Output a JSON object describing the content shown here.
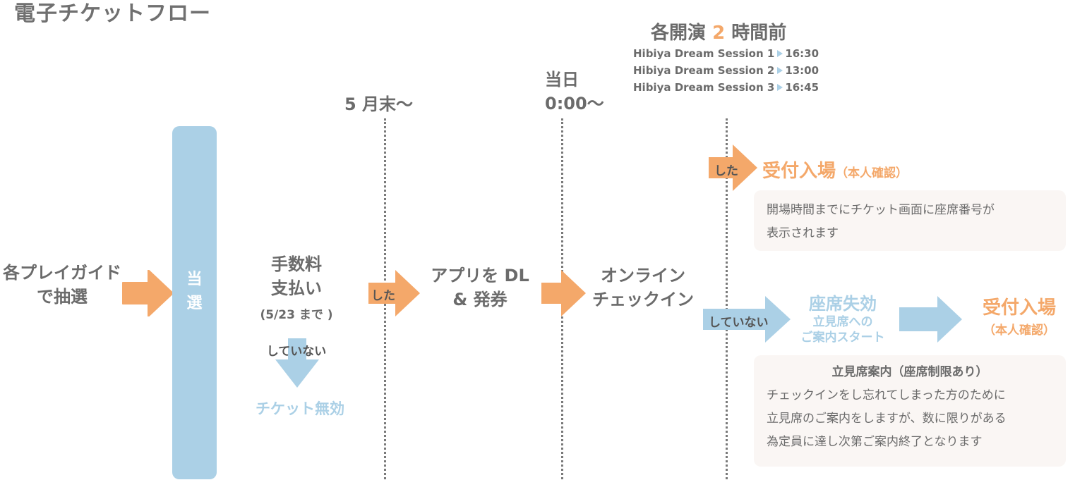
{
  "title": "電子チケットフロー",
  "timeline": {
    "col1_label": "5 月末〜",
    "col2_label_line1": "当日",
    "col2_label_line2": "0:00〜",
    "col3_label_prefix": "各開演",
    "col3_label_number": "2",
    "col3_label_suffix": "時間前",
    "sessions": [
      {
        "name": "Hibiya Dream Session 1",
        "time": "16:30"
      },
      {
        "name": "Hibiya Dream Session 2",
        "time": "13:00"
      },
      {
        "name": "Hibiya Dream Session 3",
        "time": "16:45"
      }
    ]
  },
  "steps": {
    "lottery_line1": "各プレイガイド",
    "lottery_line2": "で抽選",
    "winner_line1": "当",
    "winner_line2": "選",
    "fee_line1": "手数料",
    "fee_line2": "支払い",
    "fee_deadline": "(5/23 まで )",
    "fee_not_paid": "していない",
    "ticket_invalid": "チケット無効",
    "fee_paid": "した",
    "app_line1": "アプリを DL",
    "app_line2": "& 発券",
    "checkin_line1": "オンライン",
    "checkin_line2": "チェックイン",
    "checkin_done": "した",
    "entry_title": "受付入場",
    "entry_note": "（本人確認）",
    "entry_box_line1": "開場時間までにチケット画面に座席番号が",
    "entry_box_line2": "表示されます",
    "checkin_not_done": "していない",
    "seat_invalid": "座席失効",
    "standing_line1": "立見席への",
    "standing_line2": "ご案内スタート",
    "entry2_title": "受付入場",
    "entry2_note": "（本人確認）",
    "standing_box_title": "立見席案内（座席制限あり）",
    "standing_box_line1": "チェックインをし忘れてしまった方のために",
    "standing_box_line2": "立見席のご案内をしますが、数に限りがある",
    "standing_box_line3": "為定員に達し次第ご案内終了となります"
  },
  "colors": {
    "orange": "#f4a86a",
    "blue": "#abd0e6",
    "text": "#6b6b6b",
    "box": "#faf6f4"
  }
}
